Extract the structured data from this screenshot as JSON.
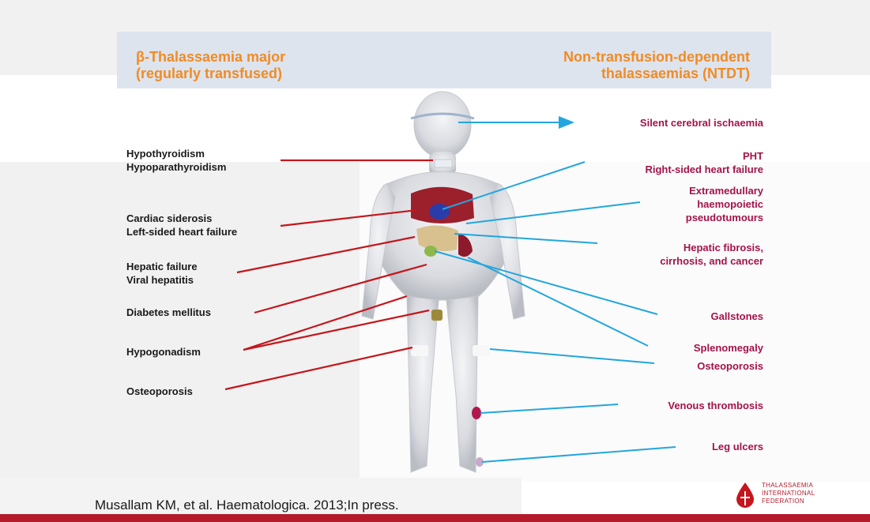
{
  "header": {
    "left_line1": "β-Thalassaemia major",
    "left_line2": "(regularly transfused)",
    "right_line1": "Non-transfusion-dependent",
    "right_line2": "thalassaemias (NTDT)"
  },
  "left_labels": [
    {
      "lines": [
        "Hypothyroidism",
        "Hypoparathyroidism"
      ]
    },
    {
      "lines": [
        "Cardiac siderosis",
        "Left-sided heart failure"
      ]
    },
    {
      "lines": [
        "Hepatic failure",
        "Viral hepatitis"
      ]
    },
    {
      "lines": [
        "Diabetes mellitus"
      ]
    },
    {
      "lines": [
        "Hypogonadism"
      ]
    },
    {
      "lines": [
        "Osteoporosis"
      ]
    }
  ],
  "right_labels": [
    {
      "lines": [
        "Silent cerebral ischaemia"
      ]
    },
    {
      "lines": [
        "PHT",
        "Right-sided heart failure"
      ]
    },
    {
      "lines": [
        "Extramedullary",
        "haemopoietic",
        "pseudotumours"
      ]
    },
    {
      "lines": [
        "Hepatic fibrosis,",
        "cirrhosis, and cancer"
      ]
    },
    {
      "lines": [
        "Gallstones"
      ]
    },
    {
      "lines": [
        "Splenomegaly"
      ]
    },
    {
      "lines": [
        "Osteoporosis"
      ]
    },
    {
      "lines": [
        "Venous thrombosis"
      ]
    },
    {
      "lines": [
        "Leg ulcers"
      ]
    }
  ],
  "citation": "Musallam KM, et al. Haematologica. 2013;In press.",
  "logo": {
    "line1": "THALASSAEMIA",
    "line2": "INTERNATIONAL",
    "line3": "FEDERATION"
  },
  "colors": {
    "left_arrow": "#c4161c",
    "right_arrow": "#22a6dd",
    "header_text": "#f18b24",
    "right_label": "#a3134a",
    "bottom_bar": "#b41a2a"
  }
}
